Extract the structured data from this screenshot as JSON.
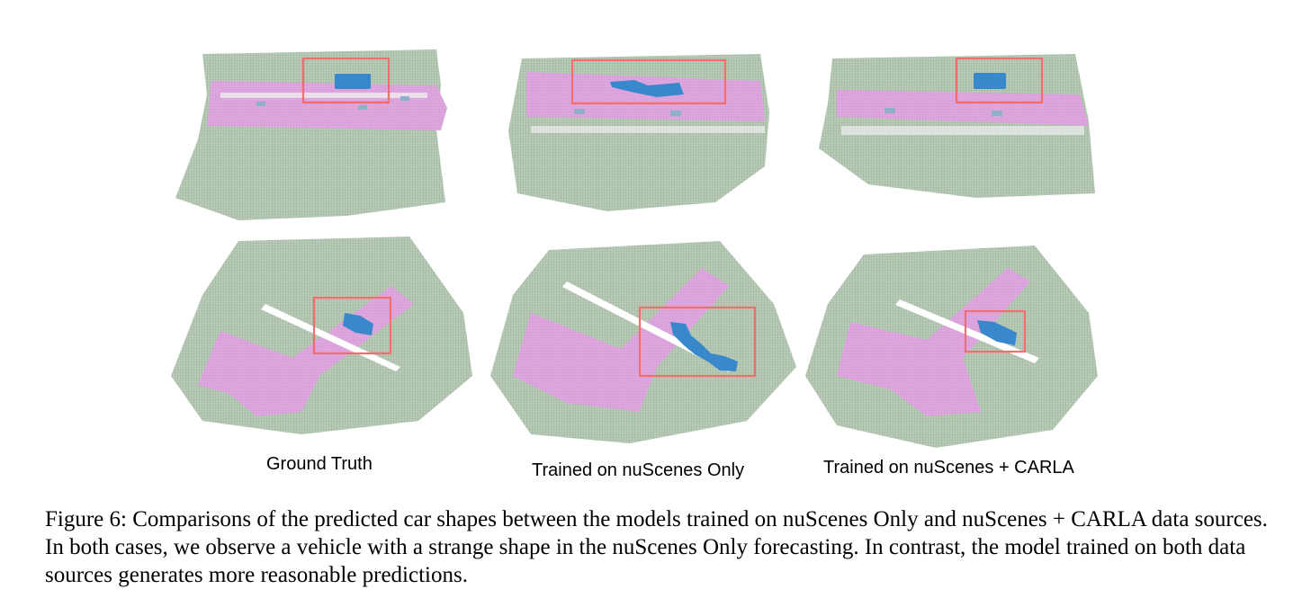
{
  "figure": {
    "columns": [
      {
        "label": "Ground Truth"
      },
      {
        "label": "Trained on nuScenes Only"
      },
      {
        "label": "Trained on nuScenes + CARLA"
      }
    ],
    "caption": "Figure 6: Comparisons of the predicted car shapes between the models trained on nuScenes Only and nuScenes + CARLA data sources. In both cases, we observe a vehicle with a strange shape in the nuScenes Only forecasting. In contrast, the model trained on both data sources generates more reasonable predictions."
  },
  "colors": {
    "vegetation": "#b9ccb8",
    "road": "#dfa7e0",
    "car": "#3a88cc",
    "highlight_box": "#f26d6d"
  }
}
